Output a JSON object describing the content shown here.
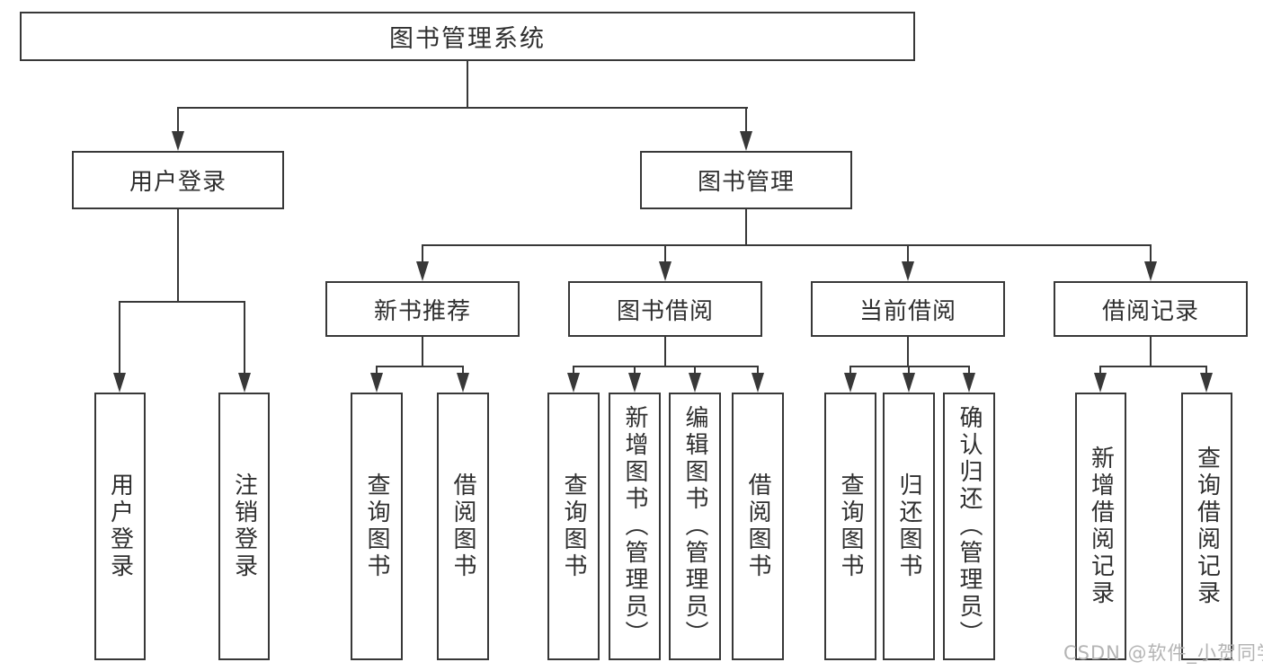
{
  "colors": {
    "line": "#383838",
    "text": "#2f2f2f",
    "watermark": "#b4b4b4",
    "bg": "#ffffff"
  },
  "tree": {
    "root": {
      "label": "图书管理系统"
    },
    "branches": [
      {
        "label": "用户登录",
        "children": [
          {
            "label": "用户登录"
          },
          {
            "label": "注销登录"
          }
        ]
      },
      {
        "label": "图书管理",
        "children": [
          {
            "label": "新书推荐",
            "children": [
              {
                "label": "查询图书"
              },
              {
                "label": "借阅图书"
              }
            ]
          },
          {
            "label": "图书借阅",
            "children": [
              {
                "label": "查询图书"
              },
              {
                "label": "新增图书（管理员）"
              },
              {
                "label": "编辑图书（管理员）"
              },
              {
                "label": "借阅图书"
              }
            ]
          },
          {
            "label": "当前借阅",
            "children": [
              {
                "label": "查询图书"
              },
              {
                "label": "归还图书"
              },
              {
                "label": "确认归还（管理员）"
              }
            ]
          },
          {
            "label": "借阅记录",
            "children": [
              {
                "label": "新增借阅记录"
              },
              {
                "label": "查询借阅记录"
              }
            ]
          }
        ]
      }
    ]
  },
  "watermark": {
    "text": "CSDN @软件_小贺同学"
  }
}
